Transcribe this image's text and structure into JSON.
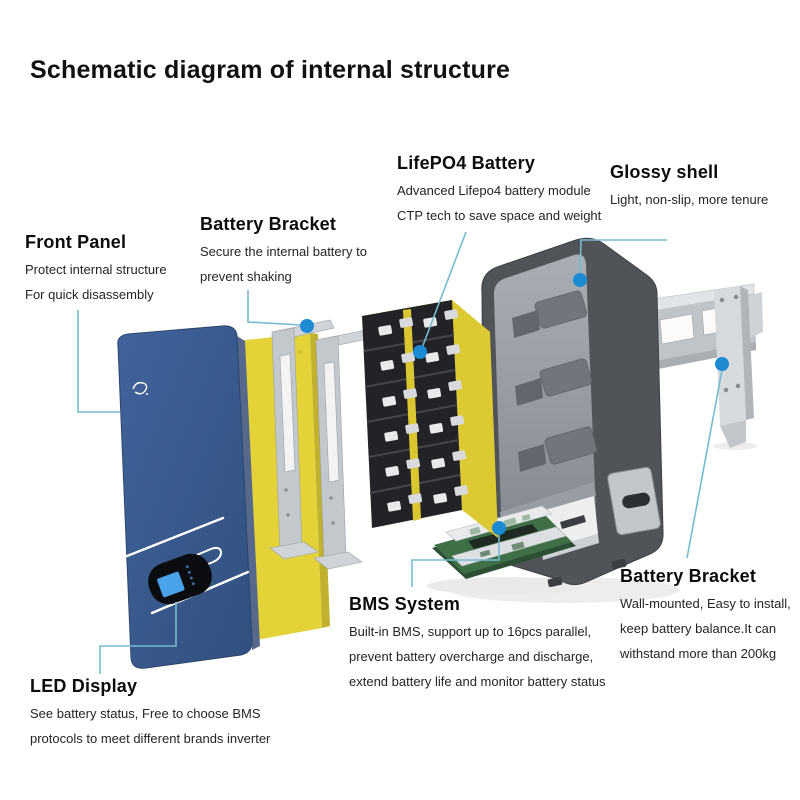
{
  "title": "Schematic diagram of internal structure",
  "labels": {
    "front_panel": {
      "title": "Front Panel",
      "lines": [
        "Protect internal structure",
        "For quick disassembly"
      ]
    },
    "battery_bracket_top": {
      "title": "Battery Bracket",
      "lines": [
        "Secure the internal battery to",
        "prevent shaking"
      ]
    },
    "lifepo4_battery": {
      "title": "LifePO4 Battery",
      "lines": [
        "Advanced Lifepo4 battery module",
        "CTP tech to save space and weight"
      ]
    },
    "glossy_shell": {
      "title": "Glossy shell",
      "lines": [
        "Light, non-slip, more tenure"
      ]
    },
    "bms_system": {
      "title": "BMS System",
      "lines": [
        "Built-in BMS, support up to 16pcs parallel,",
        "prevent battery overcharge and discharge,",
        "extend battery life and monitor battery status"
      ]
    },
    "battery_bracket_right": {
      "title": "Battery Bracket",
      "lines": [
        "Wall-mounted, Easy to install,",
        "keep battery balance.It can",
        "withstand more than 200kg"
      ]
    },
    "led_display": {
      "title": "LED Display",
      "lines": [
        "See battery status, Free to choose BMS",
        "protocols to meet different brands inverter"
      ]
    }
  },
  "diagram": {
    "parts": [
      "front-panel",
      "insulation-plate",
      "battery-bracket-rails",
      "lifepo4-battery-module",
      "glossy-shell",
      "wall-mount-bracket",
      "bms-board",
      "led-display",
      "brand-logo"
    ],
    "colors": {
      "panel_blue": "#3a5a8e",
      "plate_yellow": "#e3d238",
      "shell_dark": "#505459",
      "shell_interior": "#90969c",
      "pcb_green": "#3f6f47",
      "bracket_gray": "#c9cdd1",
      "leader_line": "#74bcd2",
      "leader_dot": "#1d8ad2"
    }
  }
}
